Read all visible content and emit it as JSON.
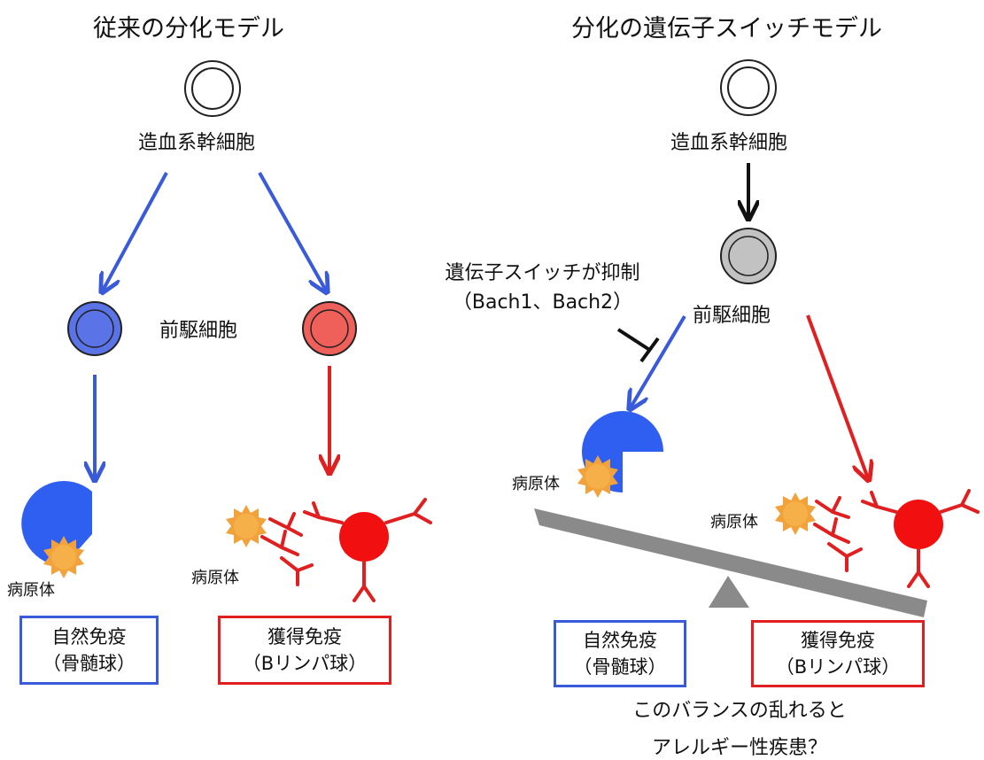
{
  "left": {
    "title": "従来の分化モデル",
    "stem_cell": "造血系幹細胞",
    "progenitor": "前駆細胞",
    "pathogen_left": "病原体",
    "pathogen_right": "病原体",
    "innate_box": {
      "line1": "自然免疫",
      "line2": "（骨髄球）"
    },
    "acquired_box": {
      "line1": "獲得免疫",
      "line2": "（Bリンパ球）"
    }
  },
  "right": {
    "title": "分化の遺伝子スイッチモデル",
    "stem_cell": "造血系幹細胞",
    "progenitor": "前駆細胞",
    "suppression": {
      "line1": "遺伝子スイッチが抑制",
      "line2": "（Bach1、Bach2）"
    },
    "pathogen_left": "病原体",
    "pathogen_right": "病原体",
    "innate_box": {
      "line1": "自然免疫",
      "line2": "（骨髄球）"
    },
    "acquired_box": {
      "line1": "獲得免疫",
      "line2": "（Bリンパ球）"
    },
    "caption": {
      "line1": "このバランスの乱れると",
      "line2": "アレルギー性疾患？"
    }
  },
  "colors": {
    "blue": "#3a5bd9",
    "red": "#e02020",
    "gray": "#8a8a8a",
    "pathogen": "#f2a23a",
    "progenitor_blue": "#5a74e8",
    "progenitor_red": "#f0605a"
  }
}
